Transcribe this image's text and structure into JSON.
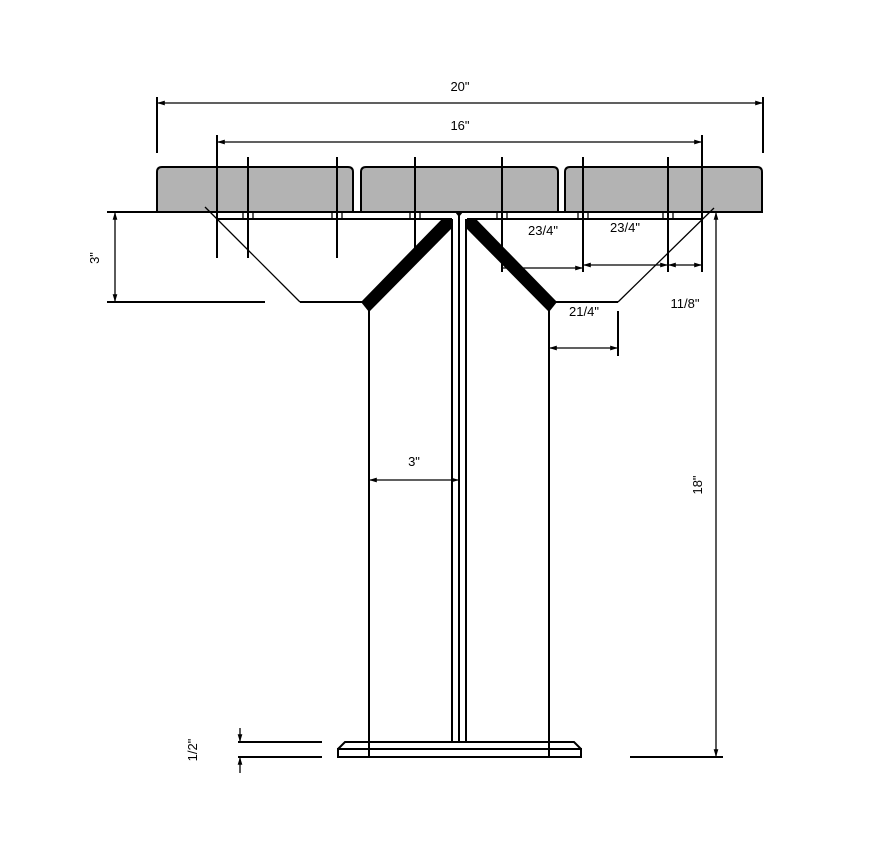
{
  "dimensions": {
    "overall_width": "20\"",
    "inner_width": "16\"",
    "flange_height": "3\"",
    "spacing_a": "23/4\"",
    "spacing_b": "23/4\"",
    "edge_offset": "11/8\"",
    "flange_overhang": "21/4\"",
    "half_column": "3\"",
    "column_height": "18\"",
    "base_plate": "1/2\""
  },
  "colors": {
    "plank": "#b3b3b3",
    "line": "#000000"
  }
}
